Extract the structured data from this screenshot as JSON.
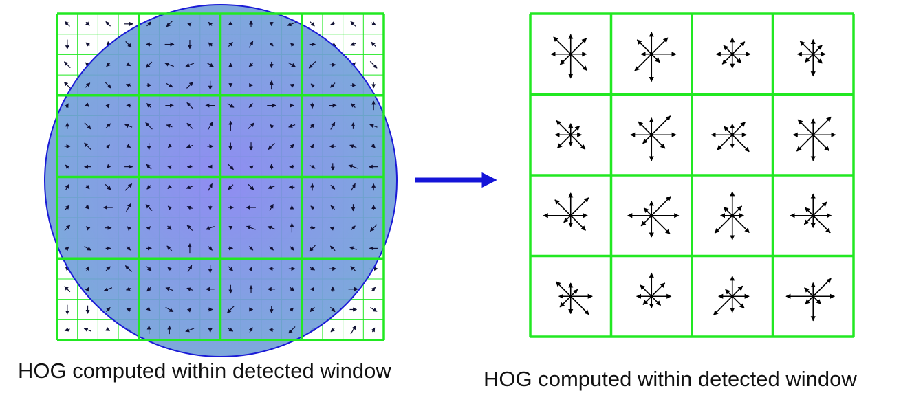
{
  "captions": {
    "left": "HOG computed within detected window",
    "right": "HOG computed within detected window"
  },
  "colors": {
    "grid_green": "#22e822",
    "window_fill_center": "#8a86f2",
    "window_fill_edge": "#6f9fd8",
    "window_outline": "#1a1ad6",
    "arrow_blue": "#1414d8",
    "gradient_arrow": "#111133",
    "histogram_arrow": "#000000"
  },
  "left_panel": {
    "block_grid": "4x4",
    "cells_per_block": "4x4",
    "overlay": "circle"
  },
  "right_panel": {
    "grid": "4x4",
    "content": "orientation histograms"
  }
}
